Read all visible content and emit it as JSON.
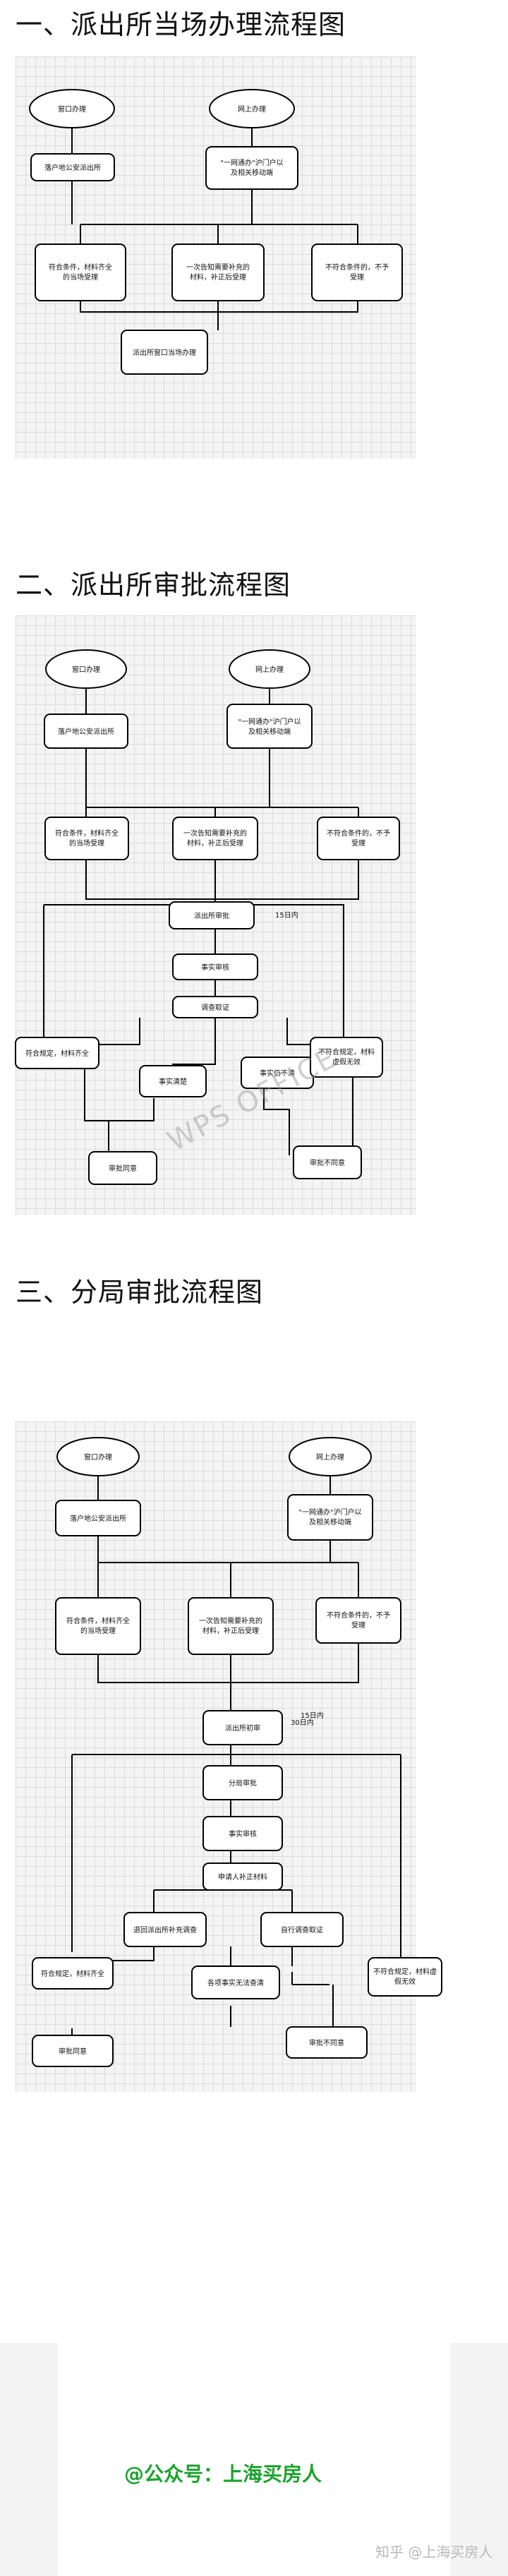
{
  "section1": {
    "title": "一、派出所当场办理流程图",
    "nodes": {
      "window": "窗口办理",
      "online": "网上办理",
      "submit_station": "落户地公安派出所",
      "online_note": [
        "\"一网通办\"沪门户以",
        "及相关移动端"
      ],
      "ok": [
        "符合条件，材料齐全",
        "的当场受理"
      ],
      "supplement": [
        "一次告知需要补充的",
        "材料，补正后受理"
      ],
      "reject": [
        "不符合条件的，不予",
        "受理"
      ],
      "done": "派出所窗口当场办理"
    }
  },
  "section2": {
    "title": "二、派出所审批流程图",
    "nodes": {
      "window": "窗口办理",
      "online": "网上办理",
      "submit_station": "落户地公安派出所",
      "online_note": [
        "\"一网通办\"沪门户以",
        "及相关移动端"
      ],
      "ok": [
        "符合条件，材料齐全",
        "的当场受理"
      ],
      "supplement": [
        "一次告知需要补充的",
        "材料，补正后受理"
      ],
      "reject": [
        "不符合条件的，不予",
        "受理"
      ],
      "review": "派出所审批",
      "days": "15日内",
      "verify": "事实审核",
      "investigate": "调查取证",
      "approve_cond": "符合规定，材料齐全",
      "fact_clear": "事实清楚",
      "fact_unclear": "事实仍不清",
      "reject_cond": [
        "不符合规定，材料",
        "虚假无效"
      ],
      "approved": "审批同意",
      "denied": "审批不同意"
    }
  },
  "section3": {
    "title": "三、分局审批流程图",
    "nodes": {
      "window": "窗口办理",
      "online": "网上办理",
      "submit_station": "落户地公安派出所",
      "online_note": [
        "\"一网通办\"沪门户以",
        "及相关移动端"
      ],
      "ok": [
        "符合条件，材料齐全",
        "的当场受理"
      ],
      "supplement": [
        "一次告知需要补充的",
        "材料，补正后受理"
      ],
      "reject": [
        "不符合条件的，不予",
        "受理"
      ],
      "station_review": "派出所初审",
      "days15": "15日内",
      "branch_review": "分局审批",
      "days30": "30日内",
      "verify": "事实审核",
      "applicant_supplement": "申请人补正材料",
      "return_station": "退回派出所补充调查",
      "self_investigate": "自行调查取证",
      "approve_cond": "符合规定，材料齐全",
      "fact_unclear": "各项事实无法查清",
      "reject_cond": [
        "不符合规定，材料虚",
        "假无效"
      ],
      "approved": "审批同意",
      "denied": "审批不同意"
    }
  },
  "watermark": "WPS OFFICE",
  "footer": {
    "account": "@公众号：上海买房人",
    "zhihu": "知乎 @上海买房人"
  }
}
